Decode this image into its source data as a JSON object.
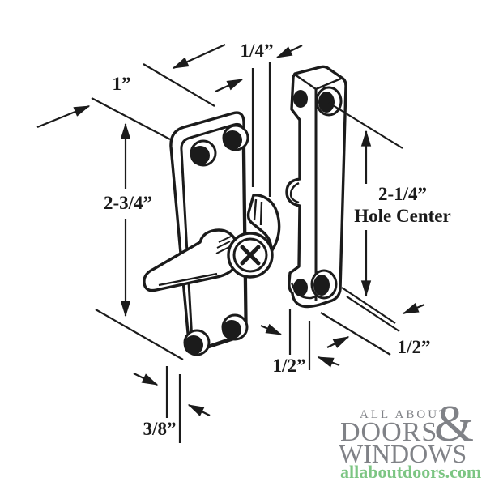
{
  "dimensions": {
    "plate_width": "1”",
    "latch_hook_offset": "1/4”",
    "plate_height": "2-3/4”",
    "keeper_hole_spacing": "2-1/4”",
    "keeper_hole_spacing_caption": "Hole Center",
    "keeper_edge_to_hole": "1/2”",
    "keeper_width": "1/2”",
    "plate_thickness": "3/8”"
  },
  "logo": {
    "line1": "ALL ABOUT",
    "line2": "DOORS",
    "ampersand": "&",
    "line3": "WINDOWS",
    "url": "allaboutdoors.com"
  },
  "colors": {
    "line": "#1b1b1b",
    "logo-gray": "#808287",
    "logo-green": "#7cc583"
  }
}
